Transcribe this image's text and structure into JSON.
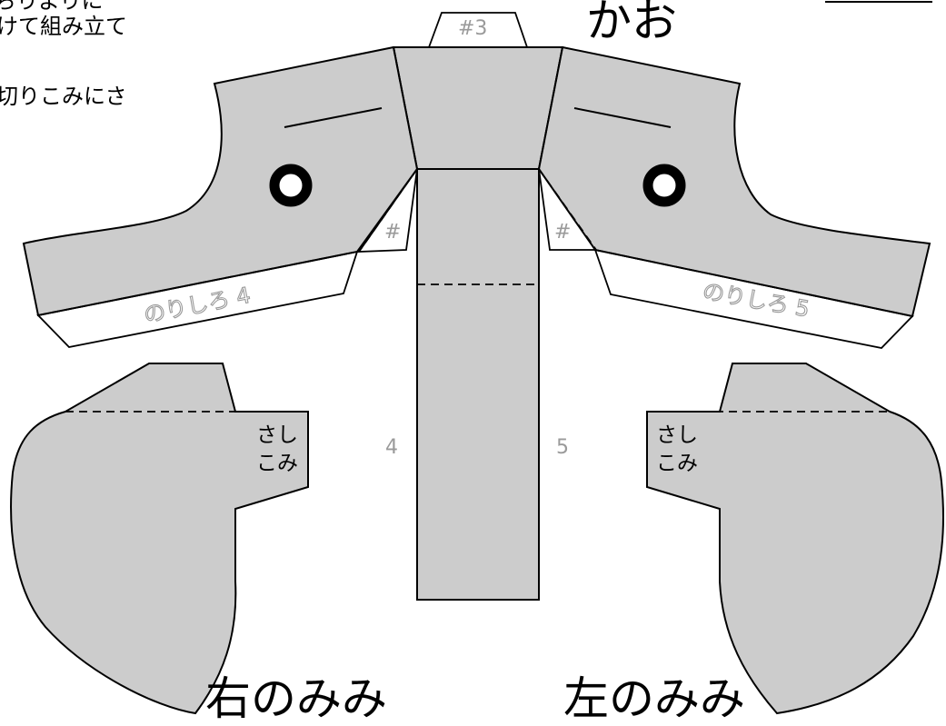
{
  "instructions": {
    "line1": "ちりよりに",
    "line2": "けて組み立て",
    "line3": "切りこみにさ"
  },
  "titles": {
    "face": "かお",
    "right_ear": "右のみみ",
    "left_ear": "左のみみ"
  },
  "labels": {
    "top_tab": "#3",
    "glue_tab_4": "のりしろ 4",
    "glue_tab_5": "のりしろ 5",
    "hash_left": "#",
    "hash_right": "#",
    "strip_number_left": "4",
    "strip_number_right": "5",
    "insert_right_ear_line1": "さし",
    "insert_right_ear_line2": "こみ",
    "insert_left_ear_line1": "さし",
    "insert_left_ear_line2": "こみ"
  },
  "colors": {
    "part_fill": "#cccccc",
    "outline": "#000000",
    "gray_text": "#9a9a9a",
    "background": "#ffffff"
  }
}
